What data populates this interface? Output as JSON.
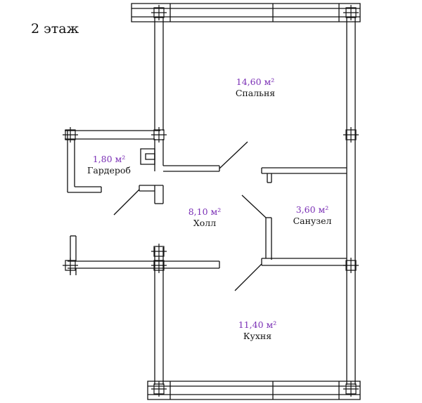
{
  "floor_label": "2 этаж",
  "colors": {
    "wall": "#111111",
    "area_text": "#7a2fb5",
    "name_text": "#111111"
  },
  "rooms": {
    "bedroom": {
      "area": "14,60 м²",
      "name": "Спальня"
    },
    "wardrobe": {
      "area": "1,80 м²",
      "name": "Гардероб"
    },
    "hall": {
      "area": "8,10 м²",
      "name": "Холл"
    },
    "bathroom": {
      "area": "3,60 м²",
      "name": "Санузел"
    },
    "kitchen": {
      "area": "11,40 м²",
      "name": "Кухня"
    }
  }
}
